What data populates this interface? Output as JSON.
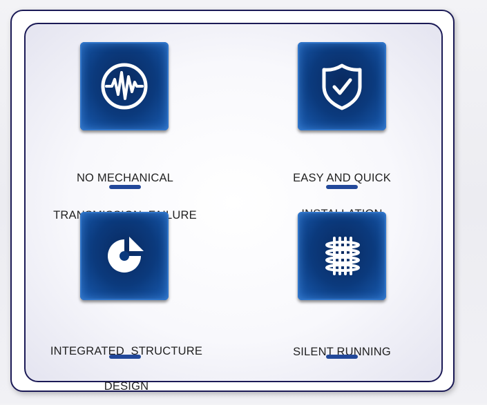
{
  "features": [
    {
      "line1": "NO MECHANICAL",
      "line2": "TRANSMISSION  FAILURE",
      "icon": "waveform-icon"
    },
    {
      "line1": "EASY AND QUICK",
      "line2": "INSTALLATION",
      "icon": "shield-check-icon"
    },
    {
      "line1": "INTEGRATED  STRUCTURE",
      "line2": "DESIGN",
      "icon": "pie-chart-icon"
    },
    {
      "line1": "SILENT RUNNING",
      "line2": "",
      "icon": "coil-grid-icon"
    }
  ],
  "colors": {
    "tile": "#0b3a7d",
    "accent_bar": "#22489a",
    "border": "#1b1a56"
  }
}
